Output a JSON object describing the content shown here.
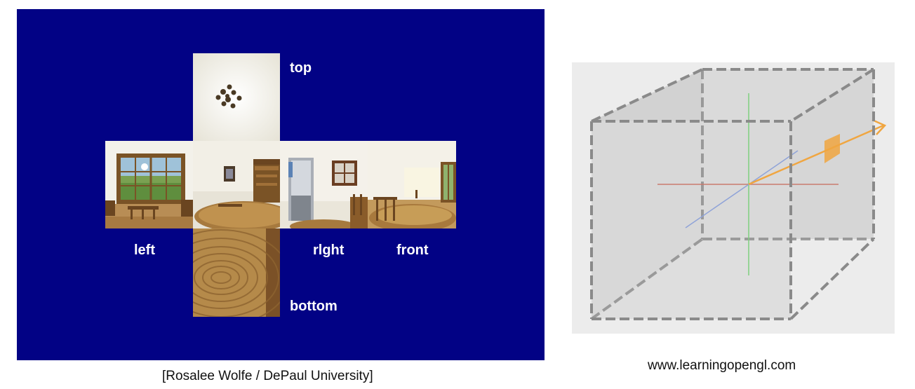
{
  "cubemap": {
    "background_color": "#020285",
    "labels": {
      "top": "top",
      "left": "left",
      "right": "rlght",
      "front": "front",
      "bottom": "bottom"
    },
    "credit": "[Rosalee Wolfe / DePaul University]"
  },
  "cube_diagram": {
    "credit": "www.learningopengl.com",
    "colors": {
      "background": "#ececec",
      "cube_fill": "#d6d6d6",
      "cube_edge": "#8a8a8a",
      "axis_x": "#c97b6e",
      "axis_y": "#7fcf7f",
      "axis_z": "#8fa3d8",
      "vector": "#f0a641",
      "sample_patch": "#f0a641"
    }
  }
}
